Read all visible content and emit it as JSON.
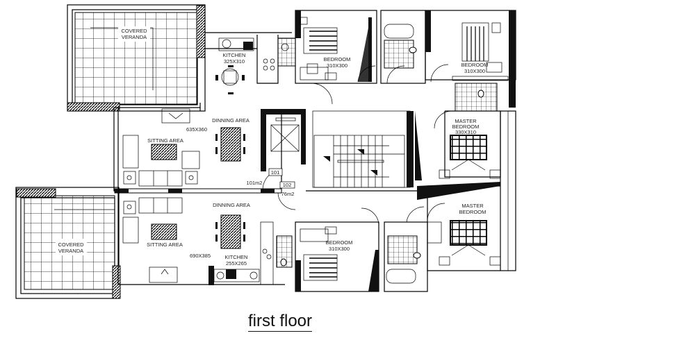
{
  "plan": {
    "caption": "first floor",
    "rooms": {
      "veranda_top": {
        "line1": "COVERED",
        "line2": "VERANDA"
      },
      "kitchen_top": {
        "name": "KITCHEN",
        "size": "325X310"
      },
      "bedroom_top_left": {
        "name": "BEDROOM",
        "size": "310X300"
      },
      "bedroom_top_right": {
        "name": "BEDROOM",
        "size": "310X300"
      },
      "master_top": {
        "line1": "MASTER",
        "line2": "BEDROOM",
        "size": "330X310"
      },
      "living_top": {
        "dining": "DINNING AREA",
        "size": "635X360",
        "sitting": "SITTING AREA"
      },
      "unit_101": {
        "number": "101",
        "area": "101m2"
      },
      "unit_102": {
        "number": "102",
        "area": "76m2"
      },
      "veranda_bottom": {
        "line1": "COVERED",
        "line2": "VERANDA"
      },
      "living_bottom": {
        "dining": "DINNING AREA",
        "sitting": "SITTING AREA",
        "size": "690X385"
      },
      "kitchen_bottom": {
        "name": "KITCHEN",
        "size": "255X265"
      },
      "bedroom_bottom": {
        "name": "BEDROOM",
        "size": "310X300"
      },
      "master_bottom": {
        "line1": "MASTER",
        "line2": "BEDROOM"
      }
    }
  }
}
